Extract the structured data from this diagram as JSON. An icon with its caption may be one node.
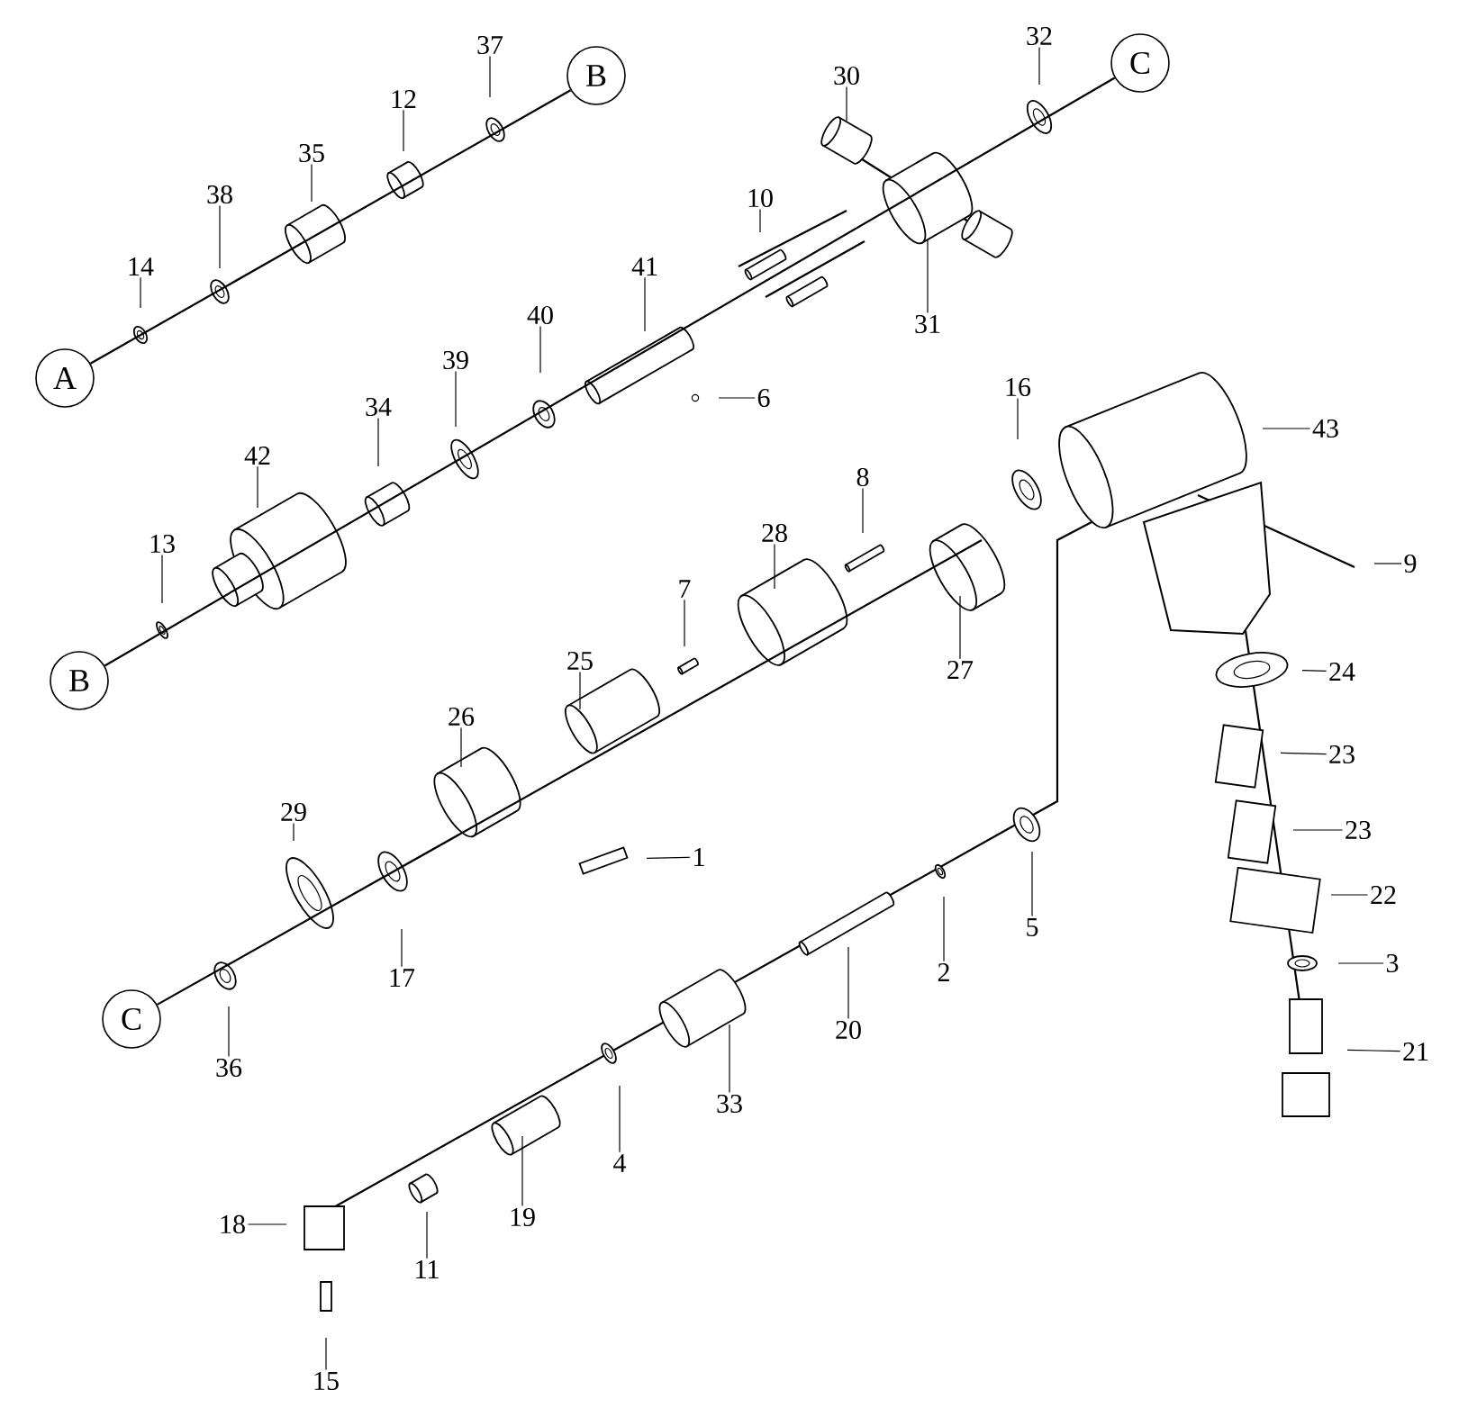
{
  "diagram": {
    "nodes": [
      {
        "text": [
          "37"
        ]
      },
      {
        "text": [
          "B"
        ]
      },
      {
        "text": [
          "12"
        ]
      },
      {
        "text": [
          "35"
        ]
      },
      {
        "text": [
          "38"
        ]
      },
      {
        "text": [
          "14"
        ]
      },
      {
        "text": [
          "A"
        ]
      },
      {
        "text": [
          "32"
        ]
      },
      {
        "text": [
          "C"
        ]
      },
      {
        "text": [
          "30"
        ]
      },
      {
        "text": [
          "10"
        ]
      },
      {
        "text": [
          "41"
        ]
      },
      {
        "text": [
          "40"
        ]
      },
      {
        "text": [
          "31"
        ]
      },
      {
        "text": [
          "39"
        ]
      },
      {
        "text": [
          "6"
        ]
      },
      {
        "text": [
          "34"
        ]
      },
      {
        "text": [
          "42"
        ]
      },
      {
        "text": [
          "16"
        ]
      },
      {
        "text": [
          "43"
        ]
      },
      {
        "text": [
          "8"
        ]
      },
      {
        "text": [
          "28"
        ]
      },
      {
        "text": [
          "13"
        ]
      },
      {
        "text": [
          "7"
        ]
      },
      {
        "text": [
          "27"
        ]
      },
      {
        "text": [
          "9"
        ]
      },
      {
        "text": [
          "B"
        ]
      },
      {
        "text": [
          "25"
        ]
      },
      {
        "text": [
          "26"
        ]
      },
      {
        "text": [
          "24"
        ]
      },
      {
        "text": [
          "23"
        ]
      },
      {
        "text": [
          "29"
        ]
      },
      {
        "text": [
          "1"
        ]
      },
      {
        "text": [
          "23"
        ]
      },
      {
        "text": [
          "17"
        ]
      },
      {
        "text": [
          "5"
        ]
      },
      {
        "text": [
          "22"
        ]
      },
      {
        "text": [
          "2"
        ]
      },
      {
        "text": [
          "3"
        ]
      },
      {
        "text": [
          "C"
        ]
      },
      {
        "text": [
          "36"
        ]
      },
      {
        "text": [
          "20"
        ]
      },
      {
        "text": [
          "21"
        ]
      },
      {
        "text": [
          "33"
        ]
      },
      {
        "text": [
          "4"
        ]
      },
      {
        "text": [
          "19"
        ]
      },
      {
        "text": [
          "18"
        ]
      },
      {
        "text": [
          "11"
        ]
      },
      {
        "text": [
          "15"
        ]
      }
    ],
    "edges": [
      {
        "from": 0,
        "to": null,
        "arrow": "none"
      },
      {
        "from": 2,
        "to": null,
        "arrow": "none"
      },
      {
        "from": 3,
        "to": null,
        "arrow": "none"
      },
      {
        "from": 4,
        "to": null,
        "arrow": "none"
      },
      {
        "from": 5,
        "to": null,
        "arrow": "none"
      },
      {
        "from": 7,
        "to": null,
        "arrow": "none"
      },
      {
        "from": 9,
        "to": null,
        "arrow": "none"
      },
      {
        "from": 10,
        "to": null,
        "arrow": "none"
      },
      {
        "from": 11,
        "to": null,
        "arrow": "none"
      },
      {
        "from": 12,
        "to": null,
        "arrow": "none"
      },
      {
        "from": 13,
        "to": null,
        "arrow": "none"
      },
      {
        "from": 14,
        "to": null,
        "arrow": "none"
      },
      {
        "from": 15,
        "to": null,
        "arrow": "none"
      },
      {
        "from": 16,
        "to": null,
        "arrow": "none"
      },
      {
        "from": 17,
        "to": null,
        "arrow": "none"
      },
      {
        "from": 18,
        "to": null,
        "arrow": "none"
      },
      {
        "from": 19,
        "to": null,
        "arrow": "none"
      },
      {
        "from": 20,
        "to": null,
        "arrow": "none"
      },
      {
        "from": 21,
        "to": null,
        "arrow": "none"
      },
      {
        "from": 22,
        "to": null,
        "arrow": "none"
      },
      {
        "from": 23,
        "to": null,
        "arrow": "none"
      },
      {
        "from": 24,
        "to": null,
        "arrow": "none"
      },
      {
        "from": 25,
        "to": null,
        "arrow": "none"
      },
      {
        "from": 27,
        "to": null,
        "arrow": "none"
      },
      {
        "from": 28,
        "to": null,
        "arrow": "none"
      },
      {
        "from": 29,
        "to": null,
        "arrow": "none"
      },
      {
        "from": 30,
        "to": null,
        "arrow": "none"
      },
      {
        "from": 31,
        "to": null,
        "arrow": "none"
      },
      {
        "from": 32,
        "to": null,
        "arrow": "none"
      },
      {
        "from": 33,
        "to": null,
        "arrow": "none"
      },
      {
        "from": 34,
        "to": null,
        "arrow": "none"
      },
      {
        "from": 35,
        "to": null,
        "arrow": "none"
      },
      {
        "from": 36,
        "to": null,
        "arrow": "none"
      },
      {
        "from": 37,
        "to": null,
        "arrow": "none"
      },
      {
        "from": 38,
        "to": null,
        "arrow": "none"
      },
      {
        "from": 40,
        "to": null,
        "arrow": "none"
      },
      {
        "from": 41,
        "to": null,
        "arrow": "none"
      },
      {
        "from": 42,
        "to": null,
        "arrow": "none"
      },
      {
        "from": 43,
        "to": null,
        "arrow": "none"
      },
      {
        "from": 44,
        "to": null,
        "arrow": "none"
      },
      {
        "from": 45,
        "to": null,
        "arrow": "none"
      },
      {
        "from": 46,
        "to": null,
        "arrow": "none"
      },
      {
        "from": 47,
        "to": null,
        "arrow": "none"
      },
      {
        "from": 48,
        "to": null,
        "arrow": "none"
      },
      {
        "from": 6,
        "to": 1,
        "arrow": "none"
      },
      {
        "from": 26,
        "to": 8,
        "arrow": "none"
      },
      {
        "from": 39,
        "to": null,
        "arrow": "none"
      }
    ]
  }
}
